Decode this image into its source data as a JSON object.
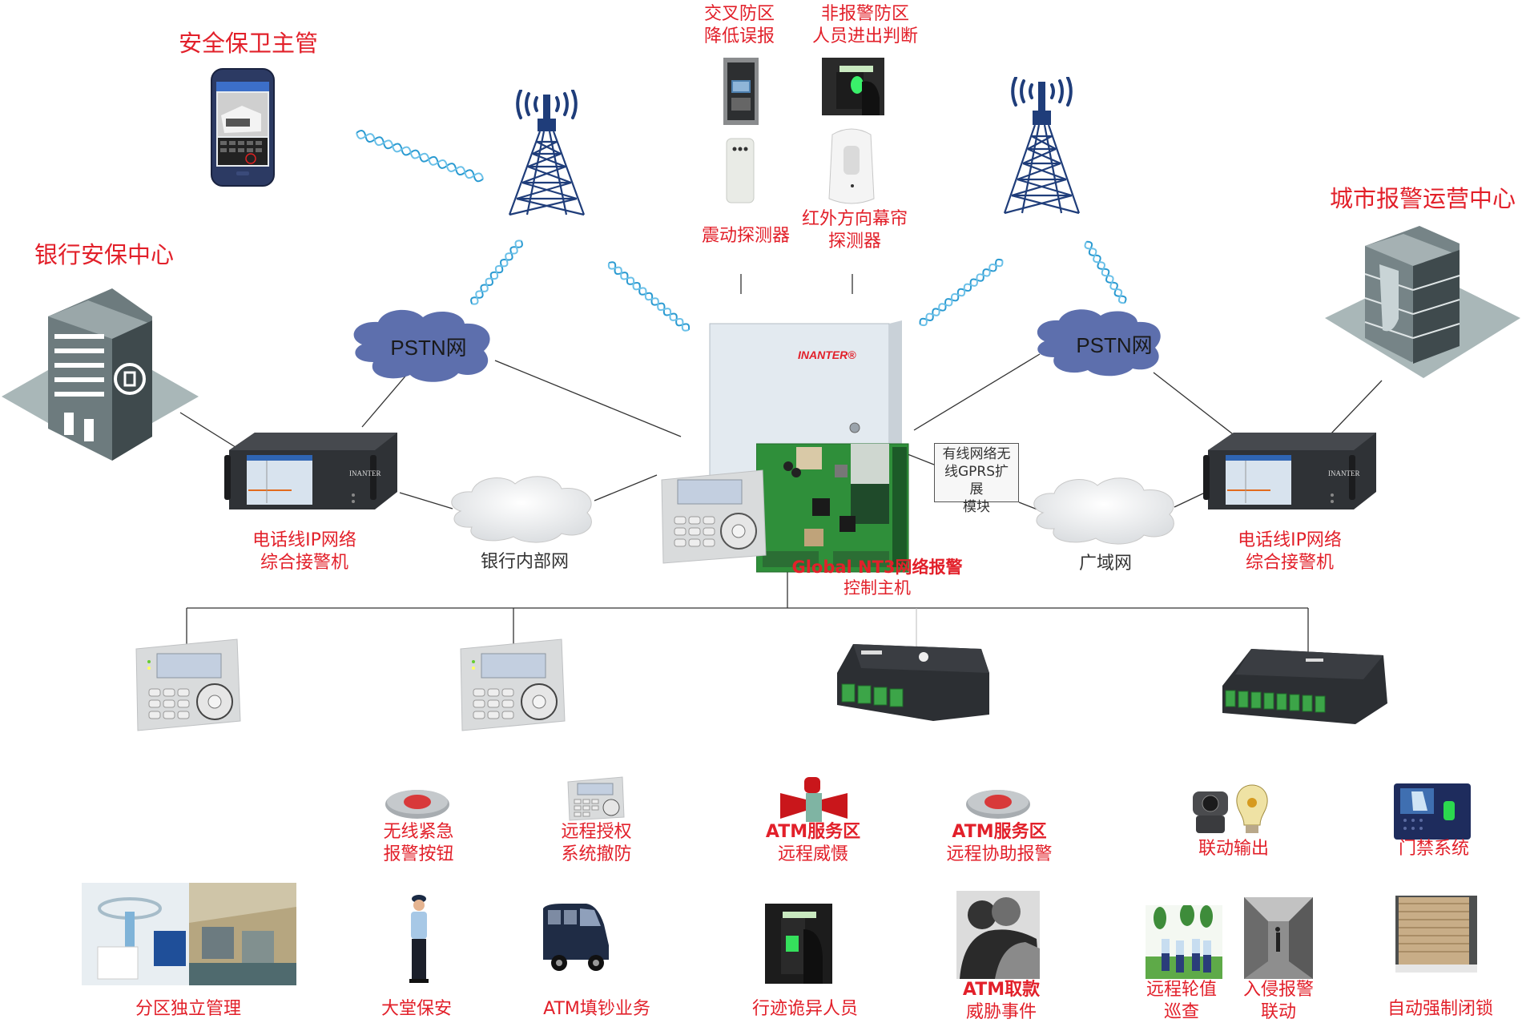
{
  "diagram": {
    "title": "Global NT3 network alarm system topology",
    "brand": "INANTER",
    "colors": {
      "label_red": "#e2202a",
      "pstn_cloud": "#5d6fad",
      "tower_blue": "#1f3d7a",
      "wave_blue": "#2a9ad1",
      "device_dark": "#2f3236",
      "pcb_green": "#2f8f3a",
      "line": "#333333"
    }
  },
  "top": {
    "security_chief": "安全保卫主管",
    "bank_security_center": "银行安保中心",
    "city_alarm_center": "城市报警运营中心",
    "cross_zone": [
      "交叉防区",
      "降低误报"
    ],
    "non_alarm_zone": [
      "非报警防区",
      "人员进出判断"
    ],
    "vibration_detector": "震动探测器",
    "ir_curtain_detector": [
      "红外方向幕帘",
      "探测器"
    ]
  },
  "network": {
    "pstn_left": "PSTN网",
    "pstn_right": "PSTN网",
    "bank_intranet": "银行内部网",
    "wan": "广域网",
    "receiver_left": [
      "电话线IP网络",
      "综合接警机"
    ],
    "receiver_right": [
      "电话线IP网络",
      "综合接警机"
    ],
    "gprs_module": [
      "有线网络无",
      "线GPRS扩展",
      "模块"
    ],
    "control_host": [
      "Global NT3网络报警",
      "控制主机"
    ],
    "cabinet_brand": "INANTER®",
    "receiver_brand": "INANTER"
  },
  "bus_devices": [
    {
      "name": "keypad-1"
    },
    {
      "name": "keypad-2"
    },
    {
      "name": "expander-4-zone"
    },
    {
      "name": "expander-8-zone"
    }
  ],
  "features_row1": [
    {
      "lines": [
        "无线紧急",
        "报警按钮"
      ],
      "icon": "panic-button-icon"
    },
    {
      "lines": [
        "远程授权",
        "系统撤防"
      ],
      "icon": "keypad-icon"
    },
    {
      "lines": [
        "ATM服务区",
        "远程威慑"
      ],
      "icon": "siren-icon"
    },
    {
      "lines": [
        "ATM服务区",
        "远程协助报警"
      ],
      "icon": "panic-button-icon"
    },
    {
      "lines": [
        "联动输出"
      ],
      "icon": "camera-bulb-icon"
    },
    {
      "lines": [
        "门禁系统"
      ],
      "icon": "access-control-icon"
    }
  ],
  "features_row2": [
    {
      "lines": [
        "分区独立管理"
      ],
      "icon": "bank-hall-icon"
    },
    {
      "lines": [
        "大堂保安"
      ],
      "icon": "guard-icon"
    },
    {
      "lines": [
        "ATM填钞业务"
      ],
      "icon": "cash-van-icon"
    },
    {
      "lines": [
        "行迹诡异人员"
      ],
      "icon": "atm-suspect-icon"
    },
    {
      "lines": [
        "ATM取款",
        "威胁事件"
      ],
      "icon": "threat-icon"
    },
    {
      "lines": [
        "远程轮值",
        "巡查"
      ],
      "icon": "patrol-icon"
    },
    {
      "lines": [
        "入侵报警",
        "联动"
      ],
      "icon": "intrusion-icon"
    },
    {
      "lines": [
        "自动强制闭锁"
      ],
      "icon": "shutter-icon"
    }
  ]
}
